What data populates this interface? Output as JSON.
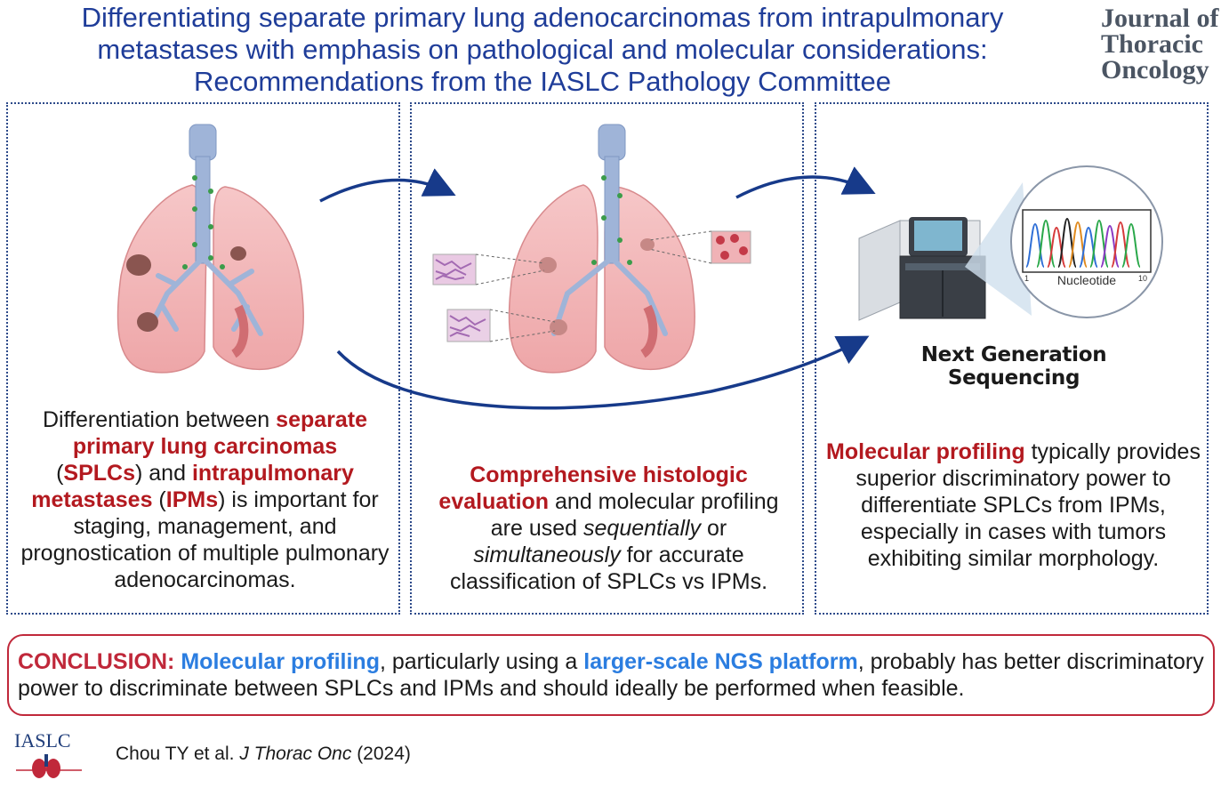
{
  "header": {
    "title_line1": "Differentiating separate primary lung adenocarcinomas from intrapulmonary",
    "title_line2": "metastases with emphasis on pathological and molecular considerations:",
    "title_line3": "Recommendations from the IASLC Pathology Committee",
    "journal_line1": "Journal of",
    "journal_line2": "Thoracic",
    "journal_line3": "Oncology"
  },
  "panel1": {
    "t1": "Differentiation between ",
    "t2": "separate primary lung carcinomas",
    "t3": "(",
    "t4": "SPLCs",
    "t5": ") and ",
    "t6": "intrapulmonary metastases",
    "t7": " (",
    "t8": "IPMs",
    "t9": ") is important for staging, management, and prognostication of multiple pulmonary adenocarcinomas."
  },
  "panel2": {
    "t1": "Comprehensive histologic evaluation",
    "t2": " and molecular profiling are used ",
    "t3": "sequentially",
    "t4": " or ",
    "t5": "simultaneously",
    "t6": " for accurate classification of SPLCs vs IPMs."
  },
  "panel3": {
    "ngs_label": "Next Generation Sequencing",
    "chromatogram_axis_label": "Nucleotide",
    "chromatogram_tick_start": "1",
    "chromatogram_tick_end": "10",
    "t1": "Molecular profiling",
    "t2": " typically provides superior discriminatory power to differentiate SPLCs from IPMs, especially in cases with tumors exhibiting similar morphology."
  },
  "conclusion": {
    "label": "CONCLUSION:",
    "t1": " ",
    "t2": "Molecular profiling",
    "t3": ", particularly using a ",
    "t4": "larger-scale NGS platform",
    "t5": ", probably has better discriminatory power to discriminate between SPLCs and  IPMs and should ideally be performed when feasible."
  },
  "footer": {
    "logo_text": "IASLC",
    "citation_authors": "Chou TY et al. ",
    "citation_journal": "J Thorac Onc",
    "citation_year": " (2024)"
  },
  "colors": {
    "title_blue": "#1f3d99",
    "emphasis_red": "#b3191f",
    "emphasis_blue": "#2b7de0",
    "panel_border": "#2d4a8a",
    "conclusion_border": "#c0283a",
    "lung_pink": "#f2b3b5",
    "trachea_blue": "#9fb4d8"
  }
}
